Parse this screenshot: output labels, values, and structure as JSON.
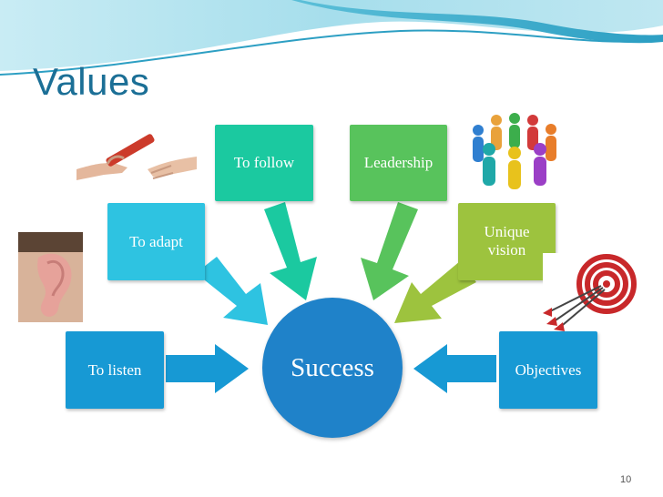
{
  "slide": {
    "title": "Values",
    "page_number": "10"
  },
  "diagram": {
    "center": "Success",
    "items": {
      "listen": "To listen",
      "adapt": "To adapt",
      "follow": "To follow",
      "leadership": "Leadership",
      "vision_line1": "Unique",
      "vision_line2": "vision",
      "objectives": "Objectives"
    }
  },
  "colors": {
    "title": "#1b6f96",
    "center_circle": "#1f82c9",
    "blue_box": "#1799d4",
    "cyan_box": "#2ec3e1",
    "teal_box": "#1bc9a0",
    "green_box": "#58c35c",
    "lime_box": "#9dc33e"
  },
  "icons": [
    "baton-handoff-image",
    "people-circle-image",
    "ear-image",
    "target-darts-image"
  ]
}
